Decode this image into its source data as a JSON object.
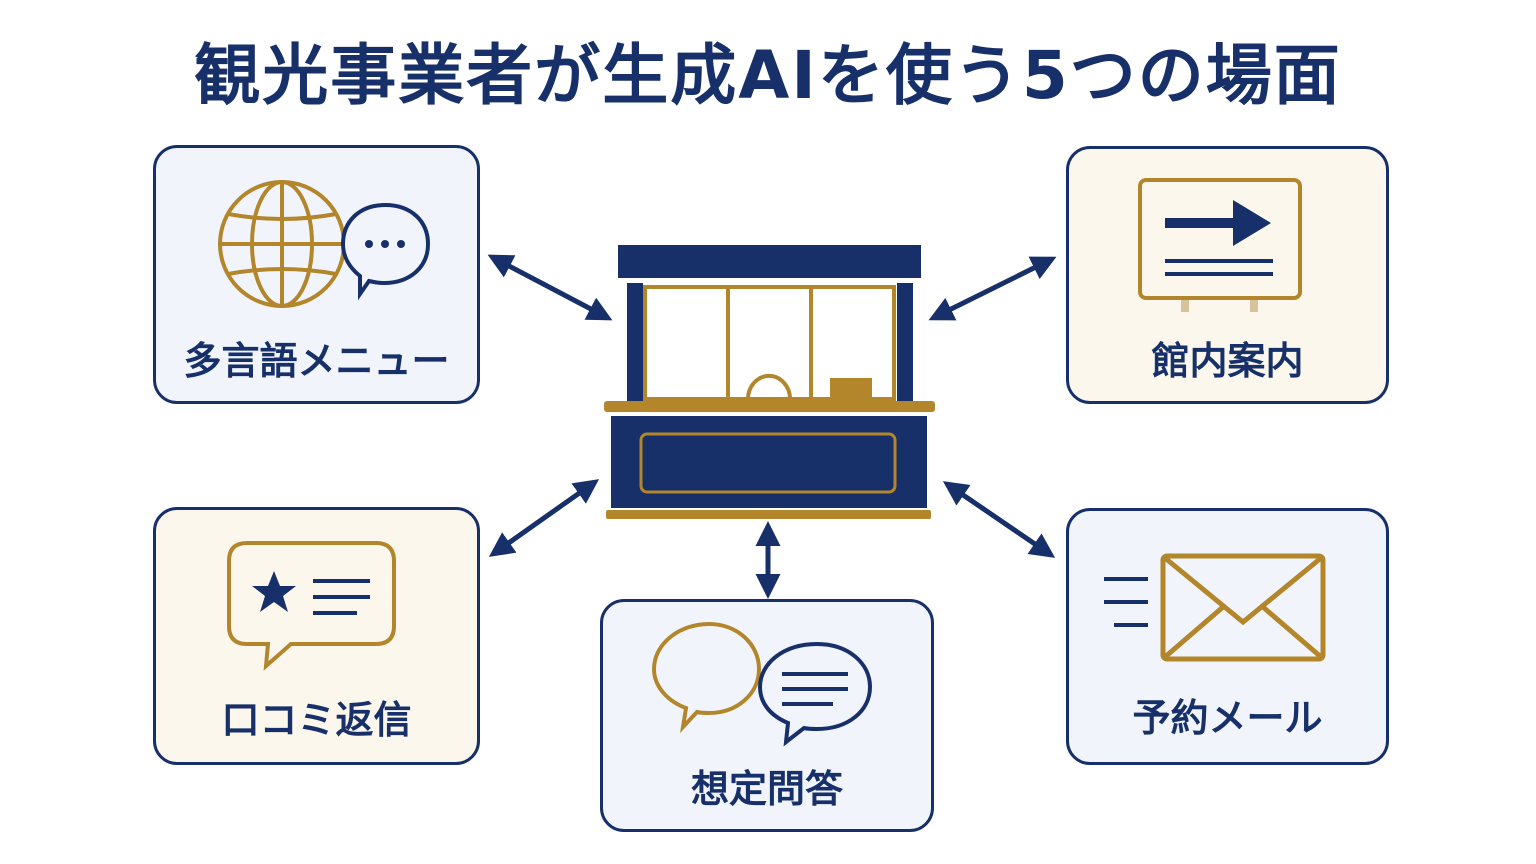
{
  "title": "観光事業者が生成AIを使う5つの場面",
  "colors": {
    "navy": "#17306a",
    "gold": "#b3862b",
    "card_blue": "#f1f5fb",
    "card_cream": "#fbf7ec"
  },
  "center": {
    "icon": "reception-counter-icon"
  },
  "cards": {
    "multilingual_menu": {
      "label": "多言語メニュー",
      "icon": "globe-chat-icon"
    },
    "facility_guide": {
      "label": "館内案内",
      "icon": "signboard-arrow-icon"
    },
    "review_reply": {
      "label": "口コミ返信",
      "icon": "star-review-bubble-icon"
    },
    "faq": {
      "label": "想定問答",
      "icon": "chat-bubbles-icon"
    },
    "reservation_mail": {
      "label": "予約メール",
      "icon": "envelope-icon"
    }
  }
}
